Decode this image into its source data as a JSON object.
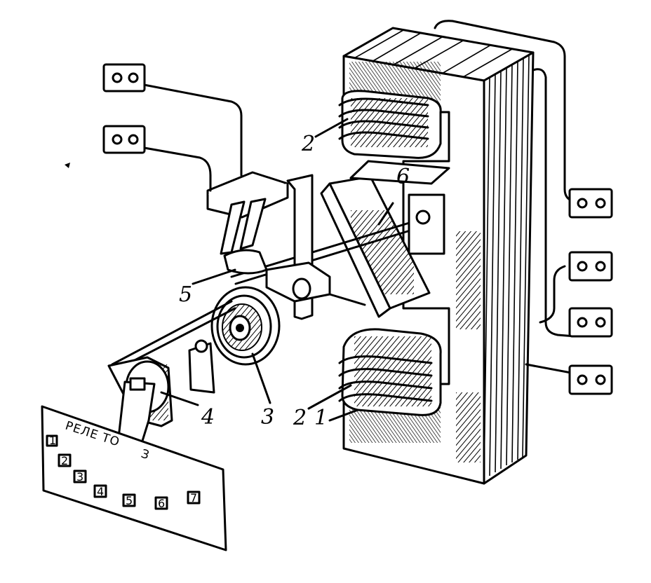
{
  "figure": {
    "callouts": {
      "c1": "1",
      "c2_top": "2",
      "c2_bottom": "2",
      "c3": "3",
      "c4": "4",
      "c5": "5",
      "c6": "6"
    },
    "plate": {
      "title": "РЕЛЕ ТО",
      "title_tail": "З",
      "positions": [
        "1",
        "2",
        "3",
        "4",
        "5",
        "6",
        "7"
      ]
    }
  }
}
